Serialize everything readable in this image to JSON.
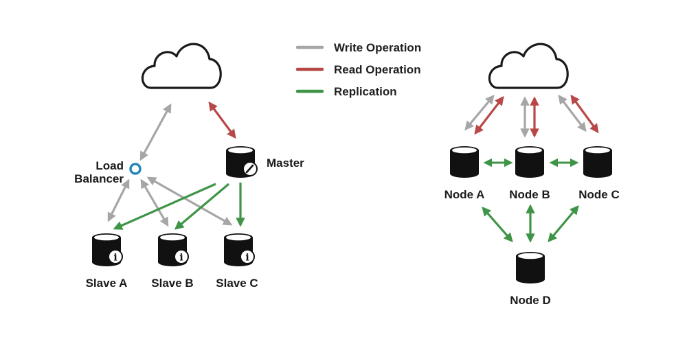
{
  "colors": {
    "write": "#a6a6a6",
    "read": "#b84848",
    "replication": "#3f9447",
    "db": "#111111",
    "balancer": "#1f87b8"
  },
  "legend": [
    {
      "key": "write",
      "label": "Write Operation"
    },
    {
      "key": "read",
      "label": "Read Operation"
    },
    {
      "key": "replication",
      "label": "Replication"
    }
  ],
  "left": {
    "load_balancer": {
      "line1": "Load",
      "line2": "Balancer"
    },
    "master": {
      "label": "Master",
      "icon": "pencil-icon"
    },
    "slaves": [
      {
        "label": "Slave A",
        "icon": "info-icon"
      },
      {
        "label": "Slave B",
        "icon": "info-icon"
      },
      {
        "label": "Slave C",
        "icon": "info-icon"
      }
    ]
  },
  "right": {
    "nodes": [
      {
        "label": "Node A"
      },
      {
        "label": "Node B"
      },
      {
        "label": "Node C"
      },
      {
        "label": "Node D"
      }
    ]
  },
  "icons": {
    "cloud": "cloud-icon",
    "database": "database-icon",
    "info_glyph": "i"
  }
}
